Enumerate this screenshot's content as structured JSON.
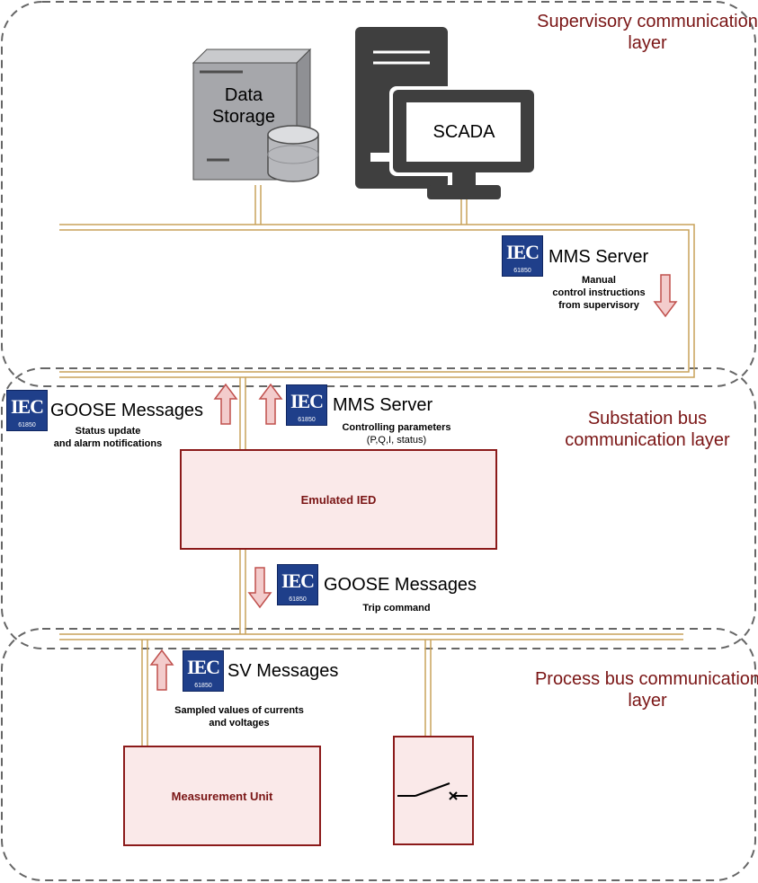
{
  "layers": {
    "supervisory": "Supervisory communication layer",
    "substation": "Substation bus communication layer",
    "process": "Process bus communication layer"
  },
  "devices": {
    "data_storage": "Data Storage",
    "scada": "SCADA",
    "emulated_ied": "Emulated IED",
    "measurement_unit": "Measurement Unit"
  },
  "iec_logo": {
    "text": "IEC",
    "number": "61850"
  },
  "messages": {
    "mms_top": {
      "title": "MMS Server",
      "note_line1": "Manual",
      "note_line2": "control instructions",
      "note_line3": "from supervisory"
    },
    "goose_left": {
      "title": "GOOSE Messages",
      "note_line1": "Status update",
      "note_line2": "and alarm notifications"
    },
    "mms_mid": {
      "title": "MMS Server",
      "note_line1": "Controlling parameters",
      "note_line2": "(P,Q,I, status)"
    },
    "goose_trip": {
      "title": "GOOSE Messages",
      "note_line1": "Trip command"
    },
    "sv": {
      "title": "SV Messages",
      "note_line1": "Sampled values of currents",
      "note_line2": "and voltages"
    }
  },
  "colors": {
    "layer_title": "#7a1515",
    "box_fill": "#fae9e9",
    "box_border": "#8b1a1a",
    "bus_line": "#c8a25a",
    "arrow_fill": "#f3cccc",
    "arrow_stroke": "#c0504d",
    "iec_blue": "#1f3f8a",
    "dashed_border": "#666666"
  }
}
